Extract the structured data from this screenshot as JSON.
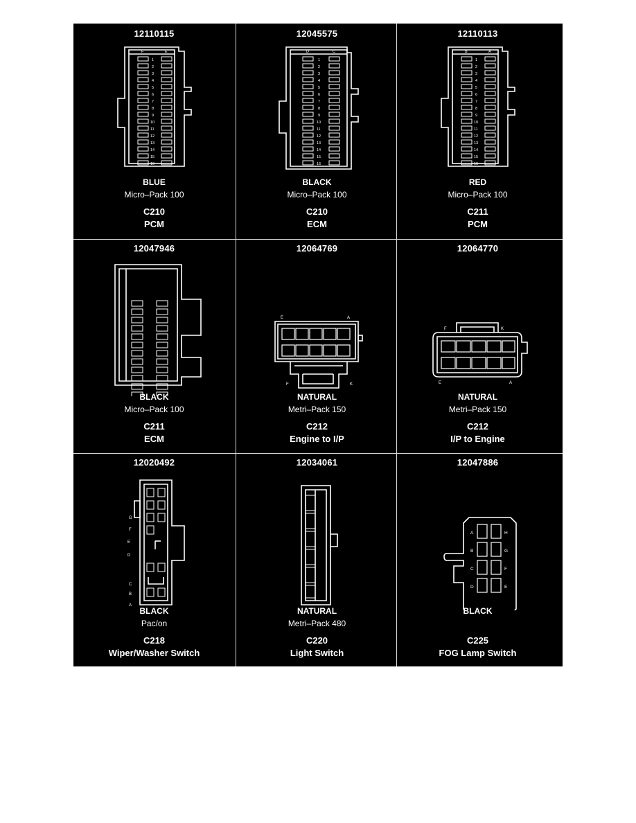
{
  "connectors": [
    {
      "part": "12110115",
      "color": "BLUE",
      "series": "Micro–Pack 100",
      "id": "C210",
      "desc": "PCM",
      "cols": [
        "F",
        "E"
      ]
    },
    {
      "part": "12045575",
      "color": "BLACK",
      "series": "Micro–Pack 100",
      "id": "C210",
      "desc": "ECM",
      "cols": [
        "D",
        "C"
      ]
    },
    {
      "part": "12110113",
      "color": "RED",
      "series": "Micro–Pack 100",
      "id": "C211",
      "desc": "PCM",
      "cols": [
        "B",
        "A"
      ]
    },
    {
      "part": "12047946",
      "color": "BLACK",
      "series": "Micro–Pack 100",
      "id": "C211",
      "desc": "ECM"
    },
    {
      "part": "12064769",
      "color": "NATURAL",
      "series": "Metri–Pack 150",
      "id": "C212",
      "desc": "Engine to I/P",
      "labels": [
        "E",
        "A",
        "F",
        "K"
      ]
    },
    {
      "part": "12064770",
      "color": "NATURAL",
      "series": "Metri–Pack 150",
      "id": "C212",
      "desc": "I/P to Engine",
      "labels": [
        "F",
        "K",
        "E",
        "A"
      ]
    },
    {
      "part": "12020492",
      "color": "BLACK",
      "series": "Pac/on",
      "id": "C218",
      "desc": "Wiper/Washer Switch",
      "labels": [
        "G",
        "F",
        "E",
        "D",
        "C",
        "B",
        "A"
      ]
    },
    {
      "part": "12034061",
      "color": "NATURAL",
      "series": "Metri–Pack 480",
      "id": "C220",
      "desc": "Light Switch"
    },
    {
      "part": "12047886",
      "color": "BLACK",
      "series": "",
      "id": "C225",
      "desc": "FOG Lamp Switch",
      "labels": [
        "A",
        "H",
        "B",
        "G",
        "C",
        "F",
        "D",
        "E"
      ]
    }
  ],
  "pin_numbers_16": [
    "1",
    "2",
    "3",
    "4",
    "5",
    "6",
    "7",
    "8",
    "9",
    "10",
    "11",
    "12",
    "13",
    "14",
    "15",
    "16"
  ],
  "pin_numbers_12": [
    "1",
    "2",
    "3",
    "4",
    "5",
    "6",
    "7",
    "8",
    "9",
    "10",
    "11",
    "12"
  ]
}
